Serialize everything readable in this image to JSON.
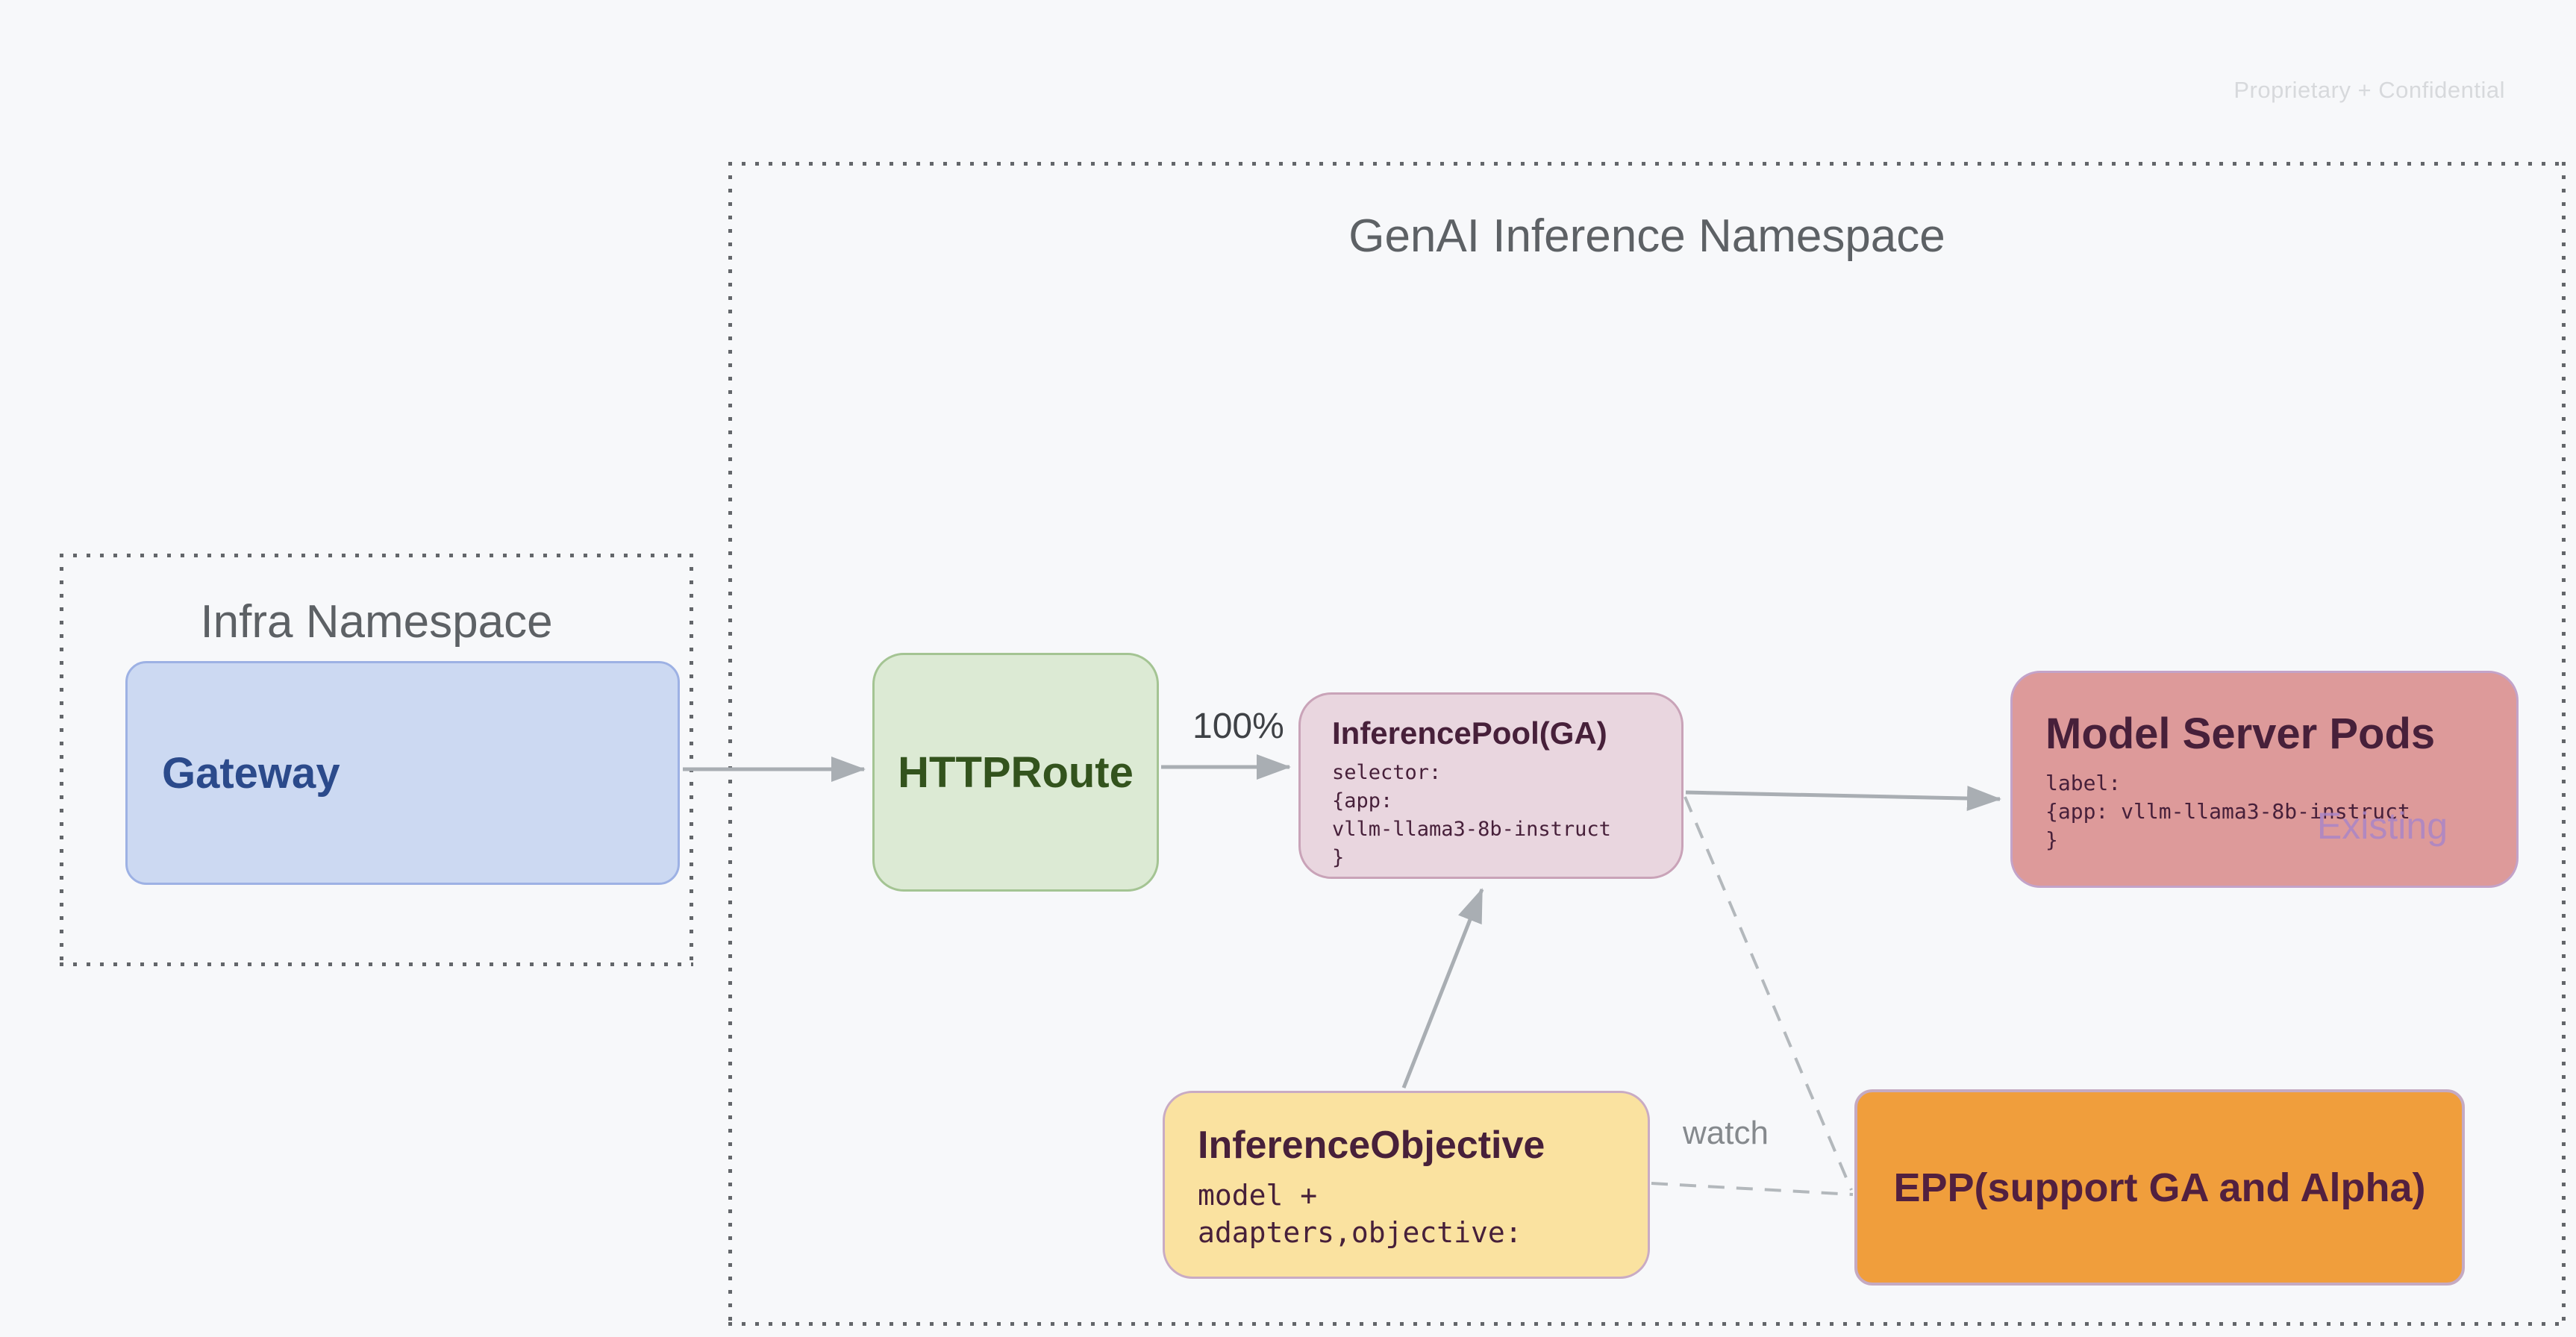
{
  "page": {
    "watermark": "Proprietary + Confidential",
    "background_color": "#f7f8fa"
  },
  "namespaces": {
    "genai": {
      "title": "GenAI Inference Namespace"
    },
    "infra": {
      "title": "Infra Namespace"
    }
  },
  "nodes": {
    "gateway": {
      "title": "Gateway",
      "fill": "#ccd9f2",
      "border": "#9db1e4",
      "text_color": "#2b4a8b"
    },
    "httproute": {
      "title": "HTTPRoute",
      "fill": "#dcead4",
      "border": "#a4c493",
      "text_color": "#33531d"
    },
    "inference_pool": {
      "title": "InferencePool(GA)",
      "code": "selector:\n{app:\nvllm-llama3-8b-instruct\n}",
      "fill": "#e9d6df",
      "border": "#c9a3b8",
      "text_color": "#47203a"
    },
    "model_server_pods": {
      "title": "Model Server Pods",
      "code": "label:\n{app: vllm-llama3-8b-instruct\n}",
      "tag": "Existing",
      "fill": "#dd9a9a",
      "border": "#c3a3c9",
      "text_color": "#47203a"
    },
    "inference_objective": {
      "title": "InferenceObjective",
      "code": "model +\nadapters,objective:",
      "fill": "#fae2a0",
      "border": "#c9abc4",
      "text_color": "#47203a"
    },
    "epp": {
      "title": "EPP(support GA and Alpha)",
      "fill": "#f09e3c",
      "border": "#c5aac2",
      "text_color": "#52203f"
    }
  },
  "edges": {
    "httproute_weight_label": "100%",
    "watch_label": "watch",
    "line_color": "#a9aeb3",
    "dashed_line_color": "#b3b8bc"
  }
}
